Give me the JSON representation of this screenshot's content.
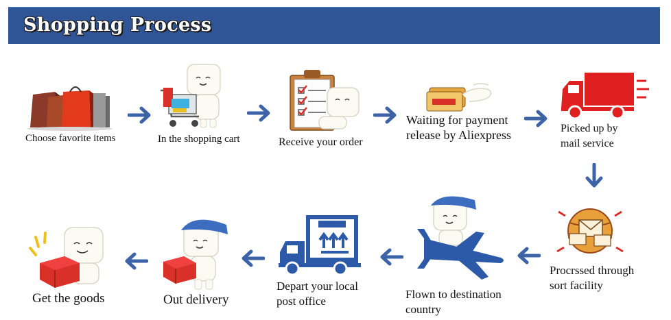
{
  "title": "Shopping Process",
  "steps": [
    {
      "id": "choose",
      "label": "Choose favorite items",
      "icon": "shopping-bags-icon"
    },
    {
      "id": "cart",
      "label": "In the shopping cart",
      "icon": "shopping-cart-icon"
    },
    {
      "id": "receive",
      "label": "Receive your order",
      "icon": "clipboard-checklist-icon"
    },
    {
      "id": "waiting",
      "label_line1": "Waiting for payment",
      "label_line2": "release by Aliexpress",
      "icon": "payment-card-icon"
    },
    {
      "id": "picked",
      "label_line1": "Picked up by",
      "label_line2": "mail service",
      "icon": "delivery-truck-icon"
    },
    {
      "id": "processed",
      "label_line1": "Procrssed through",
      "label_line2": "sort facility",
      "icon": "sorting-globe-icon"
    },
    {
      "id": "flown",
      "label_line1": "Flown to destination",
      "label_line2": "country",
      "icon": "airplane-icon"
    },
    {
      "id": "depart",
      "label_line1": "Depart your local",
      "label_line2": "post office",
      "icon": "package-truck-icon"
    },
    {
      "id": "out",
      "label": "Out delivery",
      "icon": "courier-with-package-icon"
    },
    {
      "id": "get",
      "label": "Get  the goods",
      "icon": "happy-receiver-icon"
    }
  ],
  "colors": {
    "banner": "#2f5597",
    "arrow": "#3b63a6",
    "red": "#e02020"
  }
}
